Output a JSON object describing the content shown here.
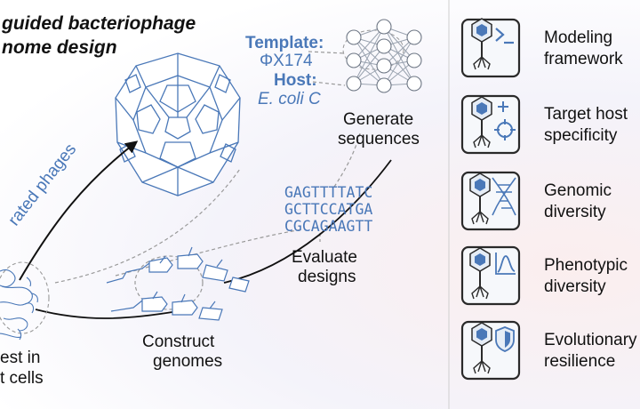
{
  "title": {
    "line1": "guided bacteriophage",
    "line2": "nome design"
  },
  "template": {
    "label": "Template:",
    "value": "ΦX174"
  },
  "host": {
    "label": "Host:",
    "value": "E. coli C"
  },
  "steps": {
    "generate": [
      "Generate",
      "sequences"
    ],
    "evaluate": [
      "Evaluate",
      "designs"
    ],
    "construct": [
      "Construct",
      "genomes"
    ],
    "test": [
      "est in",
      "t cells"
    ]
  },
  "arrow_label": "rated phages",
  "sequences": [
    "GAGTTTTATC",
    "GCTTCCATGA",
    "CGCAGAAGTT"
  ],
  "colors": {
    "accent": "#4a78b8",
    "ink": "#2a2a2a",
    "panel_bg": "#e6edf6"
  },
  "features": [
    {
      "icon": "terminal-prompt-icon",
      "lines": [
        "Modeling",
        "framework"
      ]
    },
    {
      "icon": "target-plus-icon",
      "lines": [
        "Target host",
        "specificity"
      ]
    },
    {
      "icon": "dna-helix-icon",
      "lines": [
        "Genomic",
        "diversity"
      ]
    },
    {
      "icon": "line-plot-icon",
      "lines": [
        "Phenotypic",
        "diversity"
      ]
    },
    {
      "icon": "shield-icon",
      "lines": [
        "Evolutionary",
        "resilience"
      ]
    }
  ]
}
